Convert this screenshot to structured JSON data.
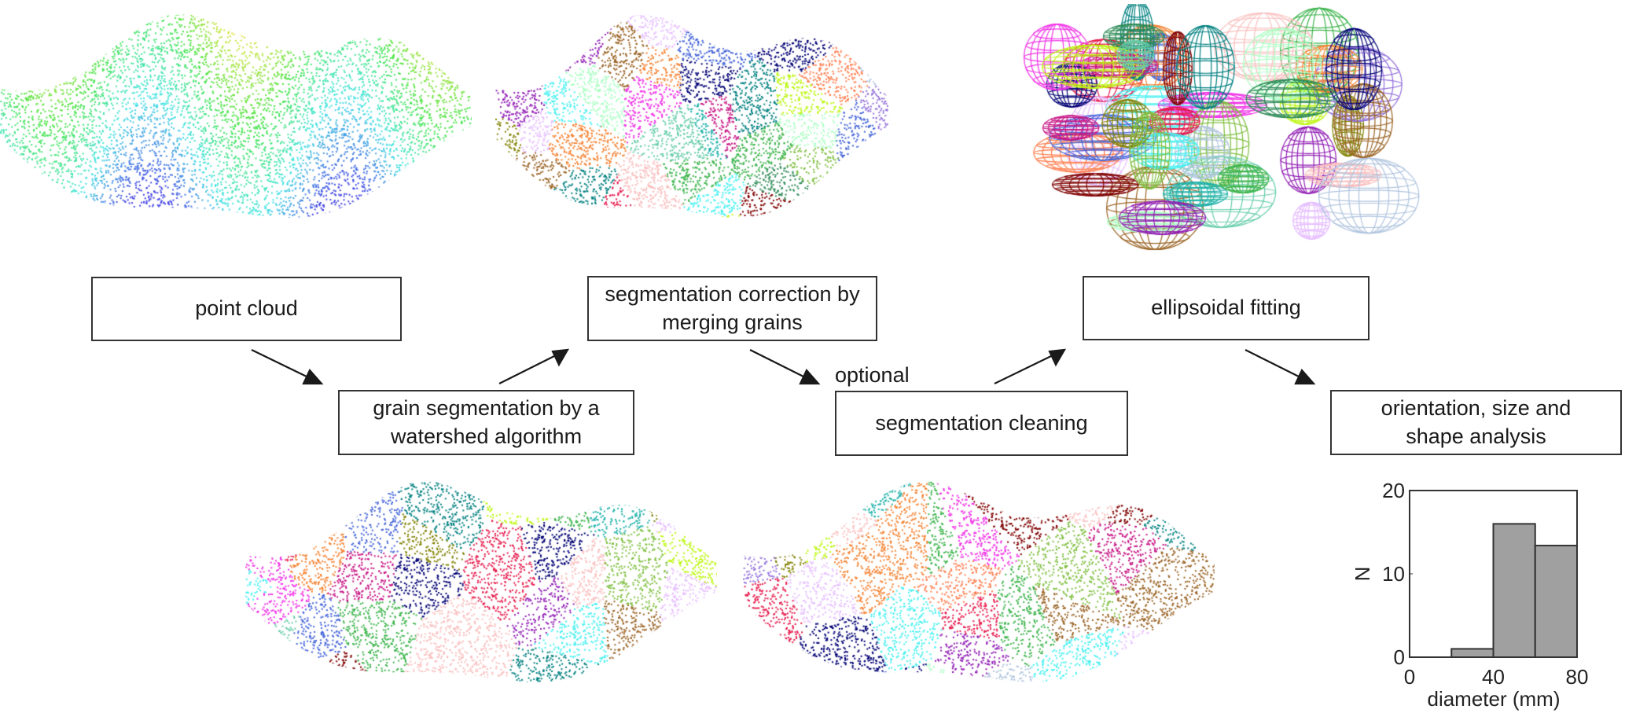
{
  "steps": {
    "point_cloud": "point cloud",
    "grain_segmentation": "grain segmentation by a watershed algorithm",
    "segmentation_correction": "segmentation correction by merging grains",
    "segmentation_cleaning": "segmentation cleaning",
    "ellipsoidal_fitting": "ellipsoidal fitting",
    "analysis": "orientation, size and shape analysis"
  },
  "optional_label": "optional",
  "chart_data": {
    "type": "bar",
    "title": "",
    "xlabel": "diameter (mm)",
    "ylabel": "N",
    "bins": [
      [
        0,
        20
      ],
      [
        20,
        40
      ],
      [
        40,
        60
      ],
      [
        60,
        80
      ]
    ],
    "values": [
      0,
      1,
      16,
      13.4
    ],
    "xlim": [
      0,
      80
    ],
    "ylim": [
      0,
      20
    ],
    "xticks": [
      "0",
      "40",
      "80"
    ],
    "yticks": [
      "0",
      "10",
      "20"
    ],
    "bar_color": "#a0a0a0",
    "grid": false
  }
}
